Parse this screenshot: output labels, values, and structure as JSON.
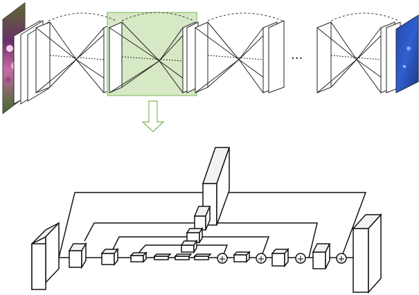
{
  "diagram": {
    "title": "",
    "top_row": {
      "input_image": "rgb-input-photo",
      "output_map": "blue-output-heatmap",
      "ellipsis": "···",
      "stack_count_shown": 4,
      "highlight_color": "#d6e8c4",
      "highlight_border": "#8bbf6a"
    },
    "arrow": {
      "color": "#7fb35a"
    },
    "detail": {
      "block_type": "hourglass-module",
      "adders": [
        "+",
        "+",
        "+",
        "+"
      ]
    }
  }
}
